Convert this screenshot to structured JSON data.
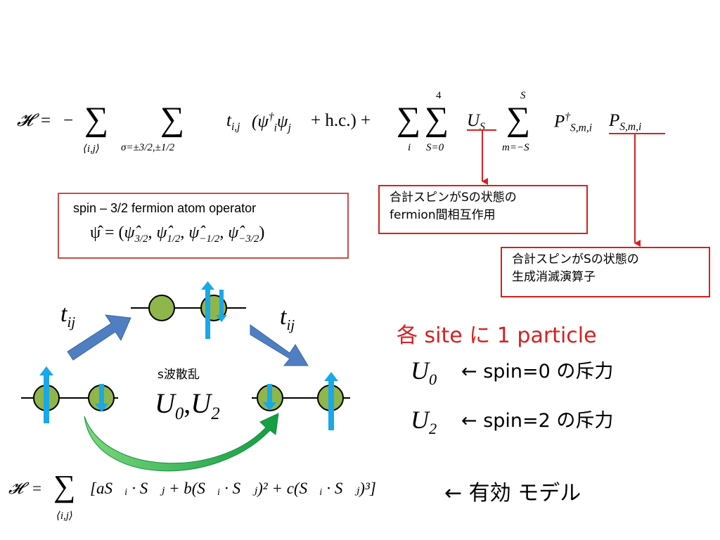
{
  "hamiltonian": {
    "lhs": "𝓗",
    "eq": "=",
    "minus": "−",
    "sum": "∑",
    "sub1": "⟨i,j⟩",
    "sub2": "σ=±3/2,±1/2",
    "hopping_term": "t",
    "hopping_sub": "i,j",
    "psi_term": "(ψ",
    "psi_i_sup": "†",
    "psi_i_sub": "i",
    "psi_j": "ψ",
    "psi_j_sub": "j",
    "hc": "+ h.c.) +",
    "sub3": "i",
    "sup4": "4",
    "sub4": "S=0",
    "U_S": "U",
    "U_S_sub": "S",
    "sup5": "S",
    "sub5": "m=−S",
    "P": "P",
    "P_dag_sup": "†",
    "P_sub": "S,m,i"
  },
  "operator_box": {
    "title": "spin – 3/2 fermion atom operator",
    "formula_lhs": "ψ̂ = (",
    "formula_terms": [
      "ψ̂",
      "ψ̂",
      "ψ̂",
      "ψ̂"
    ],
    "formula_subs": [
      "3/2",
      "1/2",
      "−1/2",
      "−3/2"
    ],
    "comma": ",",
    "close": ")"
  },
  "callout_interaction": {
    "line1": "合計スピンがSの状態の",
    "line2": "fermion間相互作用"
  },
  "callout_operator": {
    "line1": "合計スピンがSの状態の",
    "line2": "生成消滅演算子"
  },
  "diagram": {
    "t_left": "t",
    "t_right": "t",
    "t_sub": "ij",
    "s_wave_label": "s波散乱",
    "U0": "U",
    "U0_sub": "0",
    "comma": ",",
    "U2": "U",
    "U2_sub": "2"
  },
  "legend": {
    "header": "各 site に 1 particle",
    "u0_symbol": "U",
    "u0_sub": "0",
    "u0_desc": "← spin=0 の斥力",
    "u2_symbol": "U",
    "u2_sub": "2",
    "u2_desc": "← spin=2 の斥力"
  },
  "effective": {
    "lhs": "𝓗",
    "eq": "=",
    "sum": "∑",
    "sum_sub": "⟨i,j⟩",
    "body": "[aS⃗ᵢ · S⃗ⱼ + b(S⃗ᵢ · S⃗ⱼ)² + c(S⃗ᵢ · S⃗ⱼ)³]",
    "label": "← 有効 モデル"
  },
  "colors": {
    "red": "#d62020",
    "box_border": "#c0504d",
    "arrow_blue": "#4f7fc0",
    "spin_cyan": "#19a8e8",
    "site_green": "#8fb64a",
    "green_arrow": "#1aa84a"
  }
}
